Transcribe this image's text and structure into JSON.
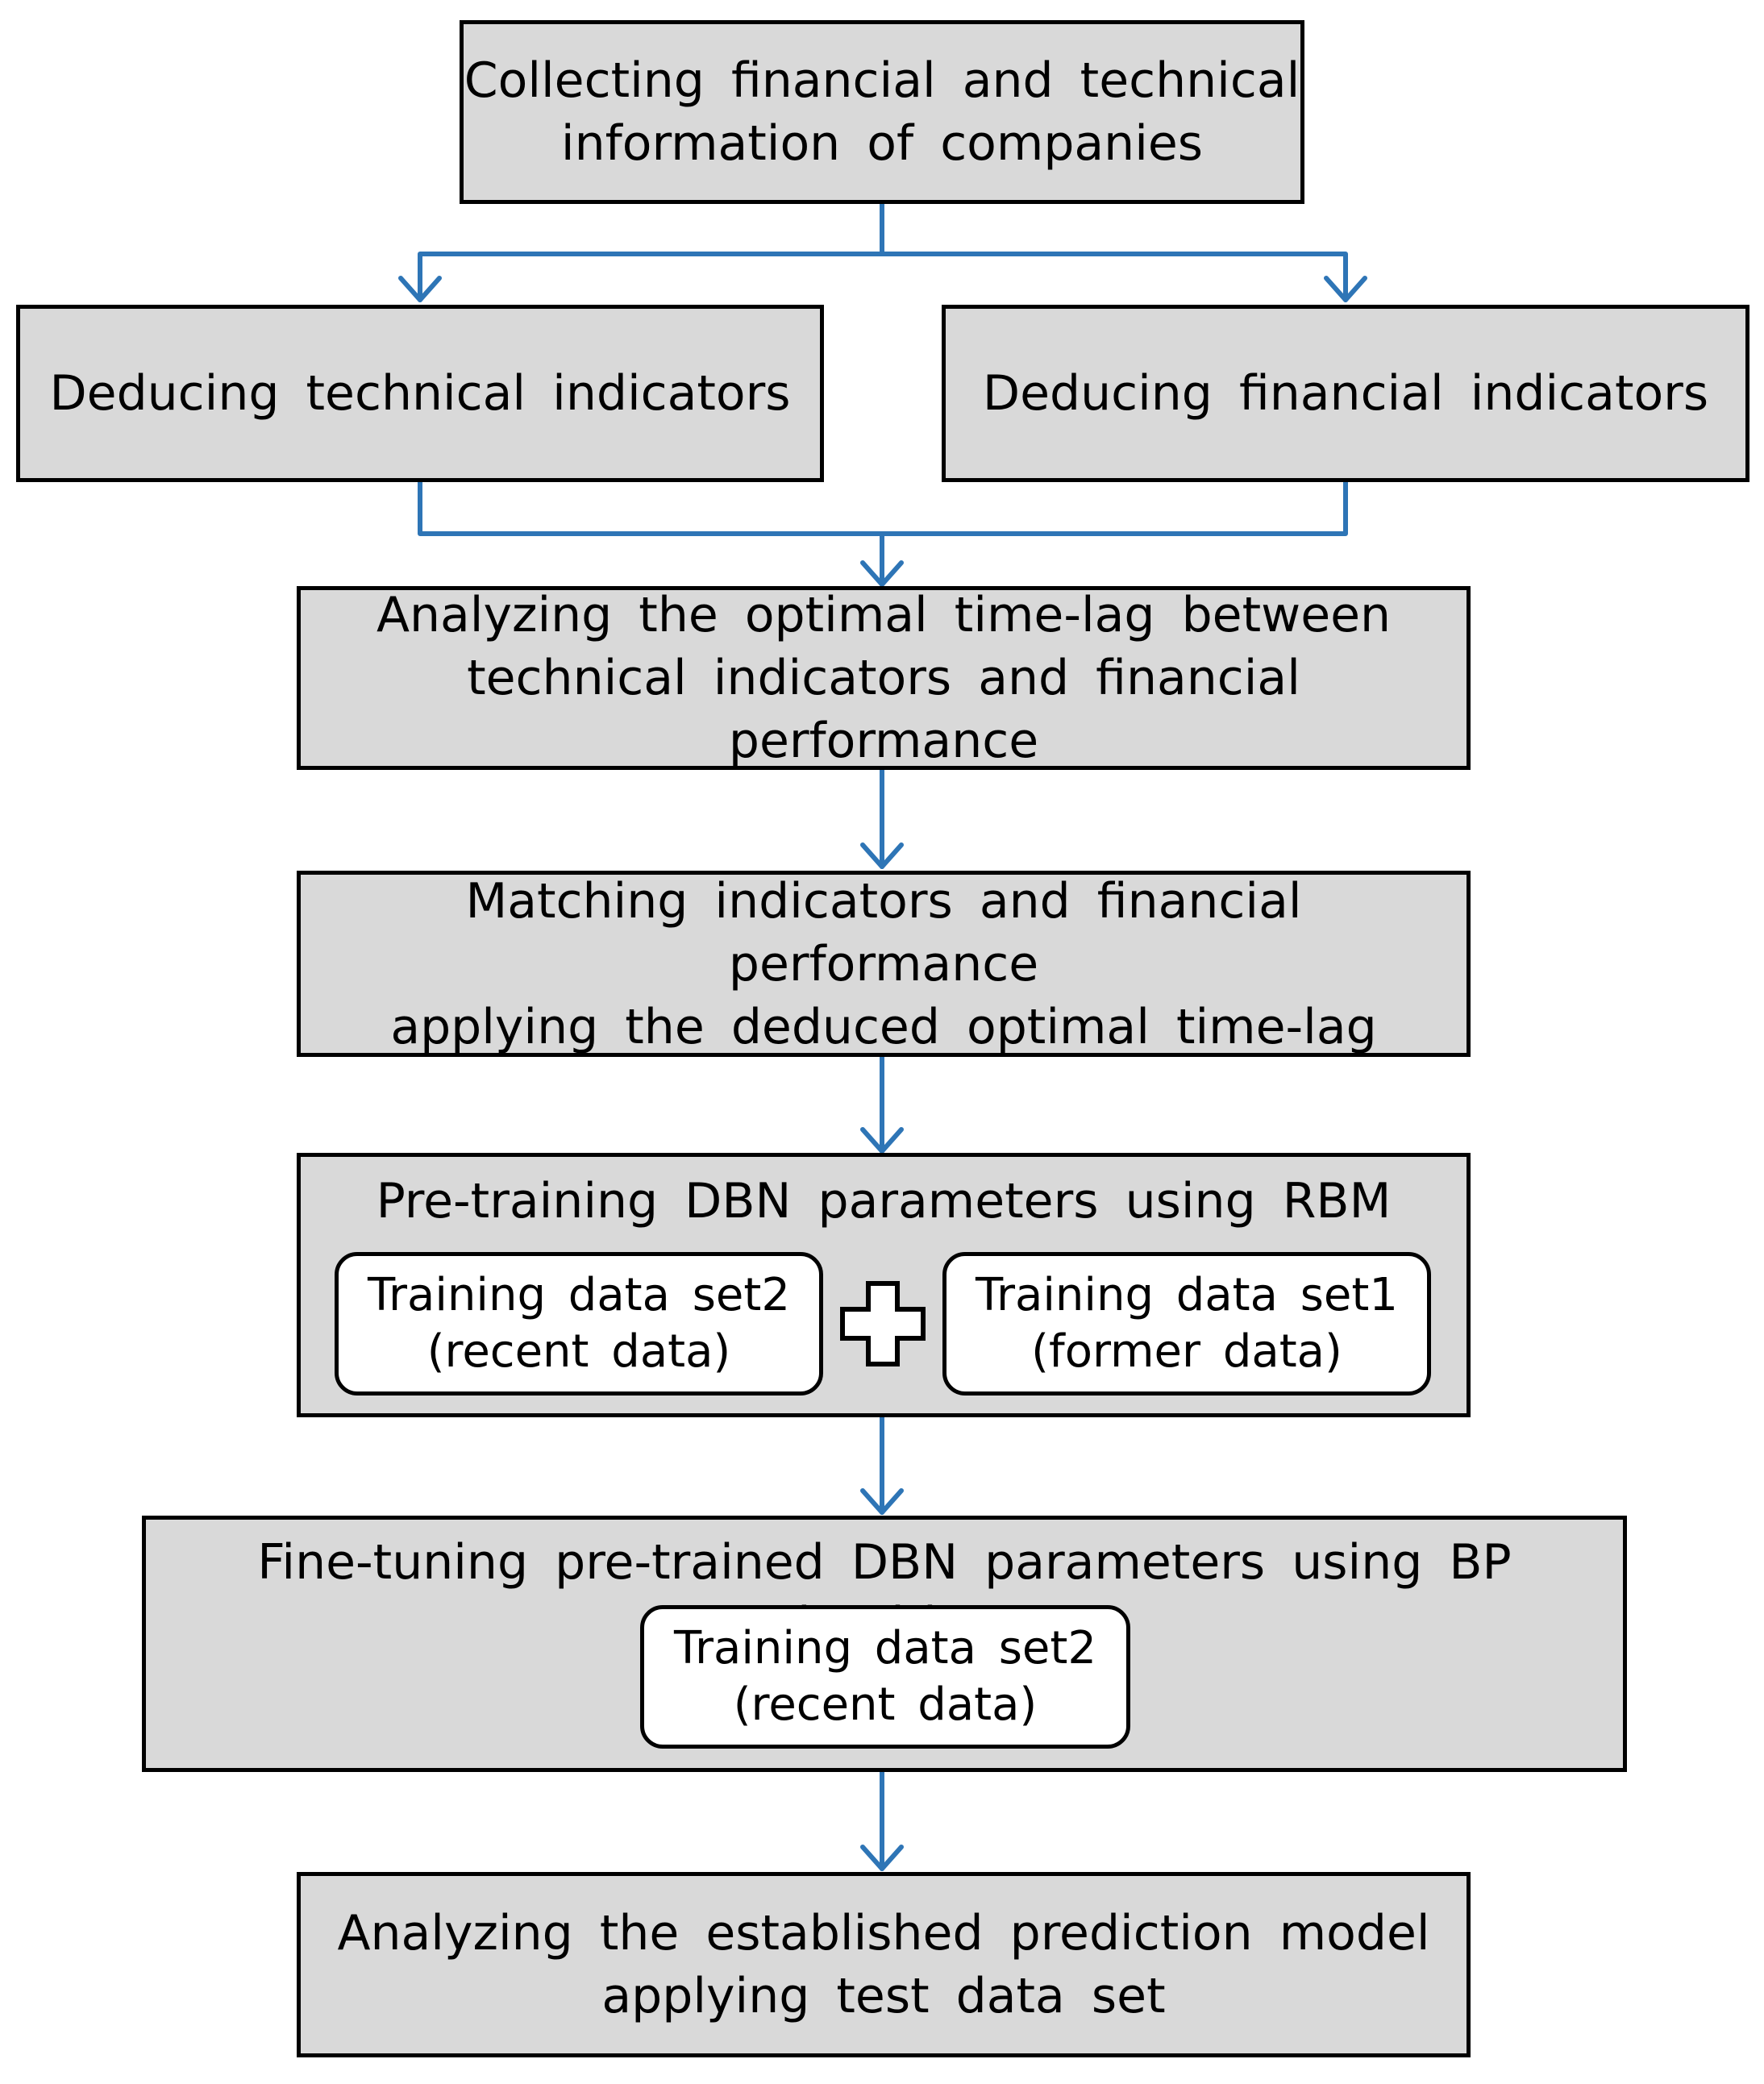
{
  "colors": {
    "box_fill": "#d9d9d9",
    "box_border": "#000000",
    "sub_box_fill": "#ffffff",
    "connector": "#2e75b6"
  },
  "steps": {
    "collect": "Collecting financial and technical\ninformation of companies",
    "technical": "Deducing technical indicators",
    "financial": "Deducing financial indicators",
    "timelag": "Analyzing the optimal time-lag between\ntechnical indicators and financial performance",
    "matching": "Matching indicators and financial performance\napplying the deduced optimal time-lag",
    "pretrain": {
      "title": "Pre-training DBN parameters using RBM",
      "left": "Training data set2\n(recent data)",
      "plus_icon": "plus-icon",
      "right": "Training data set1\n(former data)"
    },
    "finetune": {
      "title": "Fine-tuning pre-trained DBN parameters using BP algorithm",
      "inner": "Training data set2\n(recent data)"
    },
    "analyze": "Analyzing the established prediction model\napplying test data set"
  }
}
